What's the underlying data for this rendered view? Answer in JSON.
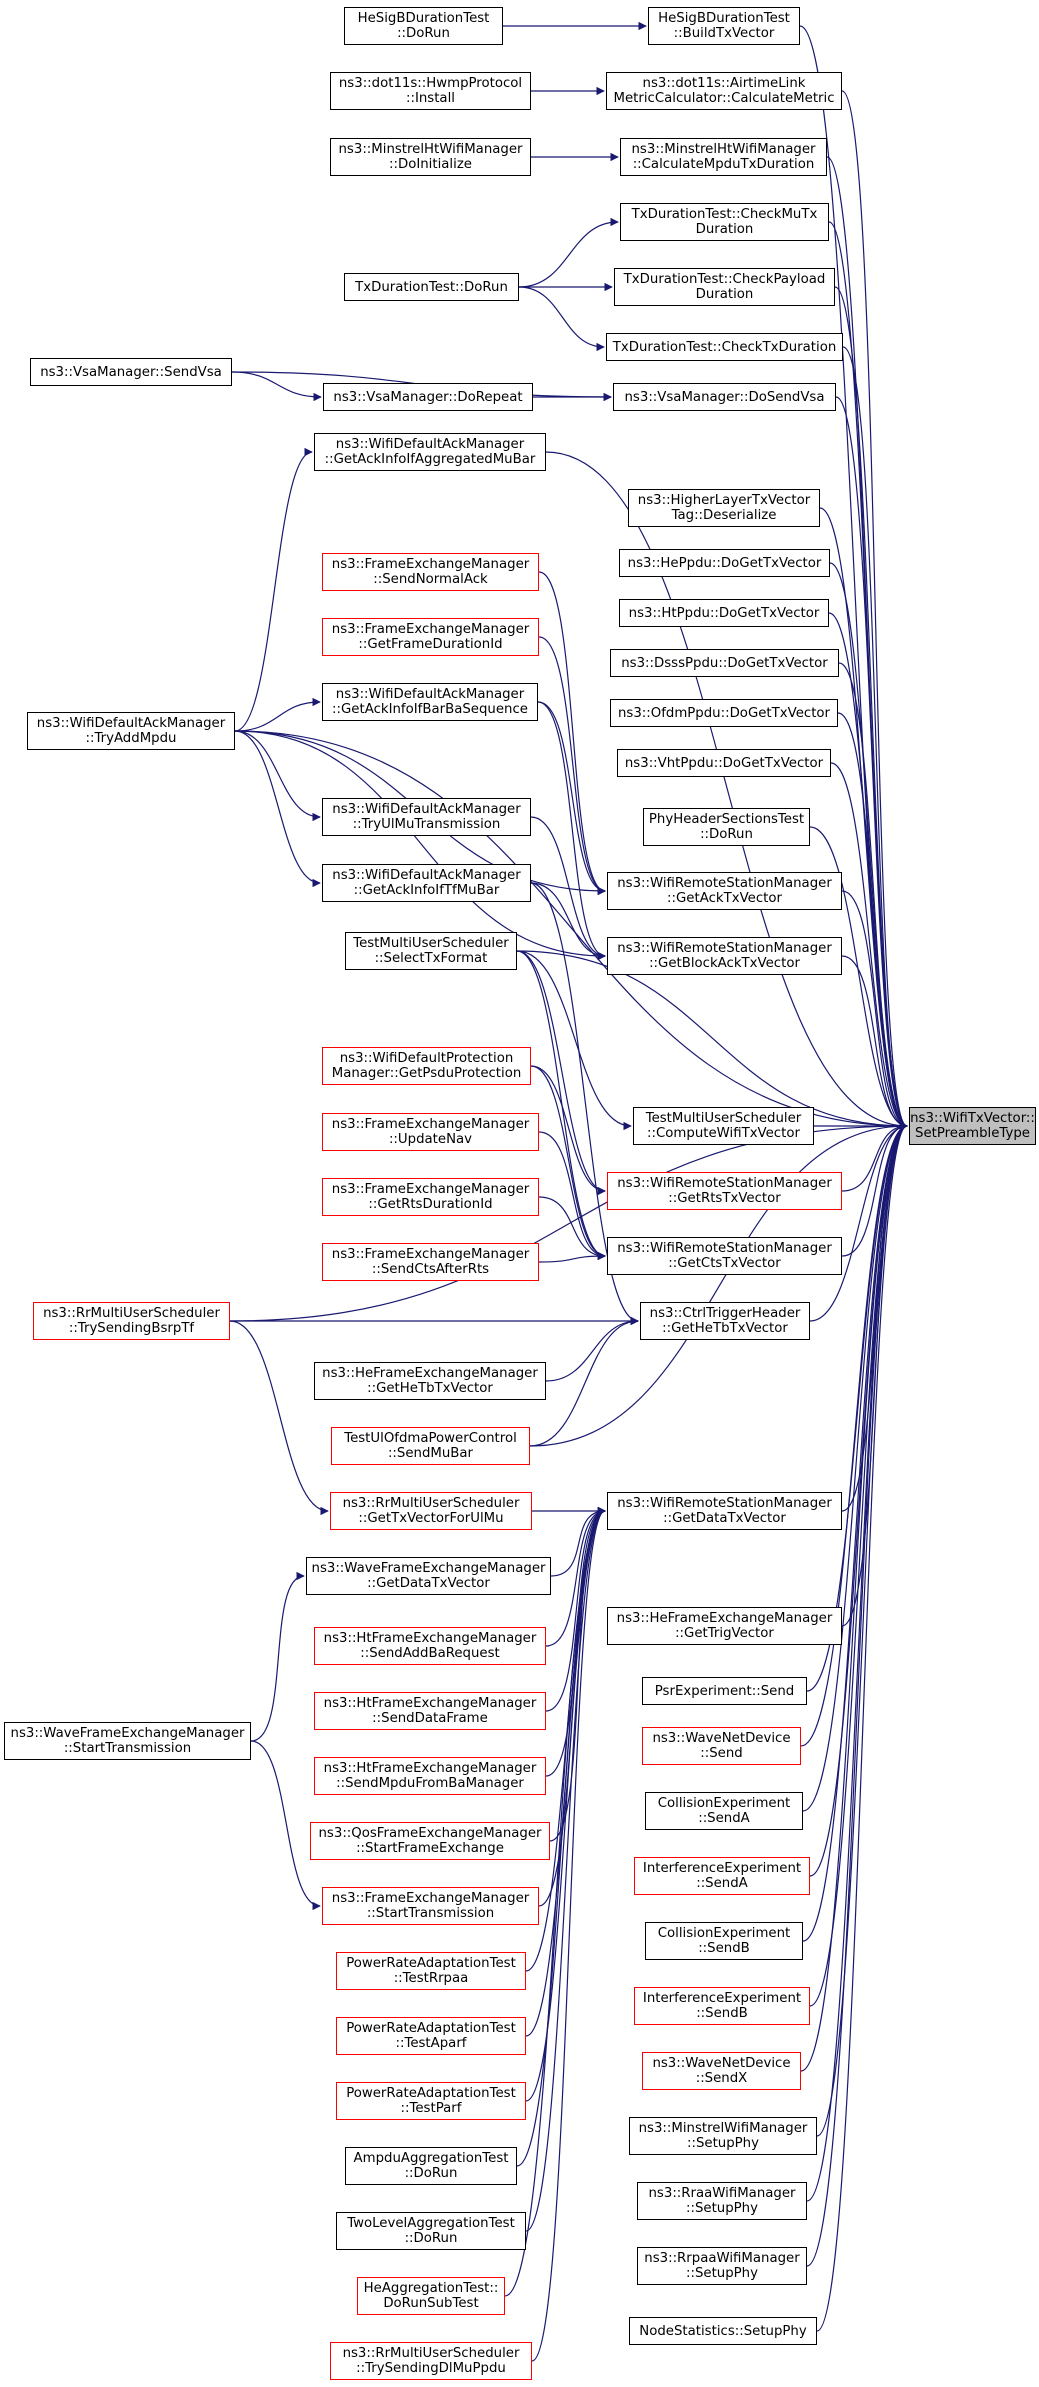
{
  "graph": {
    "root": {
      "id": "root",
      "text": "ns3::WifiTxVector::\nSetPreambleType"
    },
    "nodes": [
      {
        "id": "hsd_dorun",
        "text": "HeSigBDurationTest\n::DoRun",
        "style": "black"
      },
      {
        "id": "hsd_build",
        "text": "HeSigBDurationTest\n::BuildTxVector",
        "style": "black"
      },
      {
        "id": "hwmp_install",
        "text": "ns3::dot11s::HwmpProtocol\n::Install",
        "style": "black"
      },
      {
        "id": "airtime",
        "text": "ns3::dot11s::AirtimeLink\nMetricCalculator::CalculateMetric",
        "style": "black"
      },
      {
        "id": "mht_doinit",
        "text": "ns3::MinstrelHtWifiManager\n::DoInitialize",
        "style": "black"
      },
      {
        "id": "mht_calc",
        "text": "ns3::MinstrelHtWifiManager\n::CalculateMpduTxDuration",
        "style": "black"
      },
      {
        "id": "txd_mutx",
        "text": "TxDurationTest::CheckMuTx\nDuration",
        "style": "black"
      },
      {
        "id": "txd_dorun",
        "text": "TxDurationTest::DoRun",
        "style": "black"
      },
      {
        "id": "txd_payload",
        "text": "TxDurationTest::CheckPayload\nDuration",
        "style": "black"
      },
      {
        "id": "txd_check",
        "text": "TxDurationTest::CheckTxDuration",
        "style": "black"
      },
      {
        "id": "vsa_send",
        "text": "ns3::VsaManager::SendVsa",
        "style": "black"
      },
      {
        "id": "vsa_repeat",
        "text": "ns3::VsaManager::DoRepeat",
        "style": "black"
      },
      {
        "id": "vsa_dosend",
        "text": "ns3::VsaManager::DoSendVsa",
        "style": "black"
      },
      {
        "id": "ack_aggmu",
        "text": "ns3::WifiDefaultAckManager\n::GetAckInfoIfAggregatedMuBar",
        "style": "black"
      },
      {
        "id": "hl_deser",
        "text": "ns3::HigherLayerTxVector\nTag::Deserialize",
        "style": "black"
      },
      {
        "id": "heppdu",
        "text": "ns3::HePpdu::DoGetTxVector",
        "style": "black"
      },
      {
        "id": "htppdu",
        "text": "ns3::HtPpdu::DoGetTxVector",
        "style": "black"
      },
      {
        "id": "fem_sendnormalack",
        "text": "ns3::FrameExchangeManager\n::SendNormalAck",
        "style": "red"
      },
      {
        "id": "dsssppdu",
        "text": "ns3::DsssPpdu::DoGetTxVector",
        "style": "black"
      },
      {
        "id": "fem_framedur",
        "text": "ns3::FrameExchangeManager\n::GetFrameDurationId",
        "style": "red"
      },
      {
        "id": "ofdmppdu",
        "text": "ns3::OfdmPpdu::DoGetTxVector",
        "style": "black"
      },
      {
        "id": "ack_trymp",
        "text": "ns3::WifiDefaultAckManager\n::TryAddMpdu",
        "style": "black"
      },
      {
        "id": "ack_barba",
        "text": "ns3::WifiDefaultAckManager\n::GetAckInfoIfBarBaSequence",
        "style": "black"
      },
      {
        "id": "vhtppdu",
        "text": "ns3::VhtPpdu::DoGetTxVector",
        "style": "black"
      },
      {
        "id": "phyhdr",
        "text": "PhyHeaderSectionsTest\n::DoRun",
        "style": "black"
      },
      {
        "id": "ack_ulmu",
        "text": "ns3::WifiDefaultAckManager\n::TryUlMuTransmission",
        "style": "black"
      },
      {
        "id": "ack_tfmubar",
        "text": "ns3::WifiDefaultAckManager\n::GetAckInfoIfTfMuBar",
        "style": "black"
      },
      {
        "id": "rsm_ack",
        "text": "ns3::WifiRemoteStationManager\n::GetAckTxVector",
        "style": "black"
      },
      {
        "id": "tmus_select",
        "text": "TestMultiUserScheduler\n::SelectTxFormat",
        "style": "black"
      },
      {
        "id": "rsm_blockack",
        "text": "ns3::WifiRemoteStationManager\n::GetBlockAckTxVector",
        "style": "black"
      },
      {
        "id": "prot_psdu",
        "text": "ns3::WifiDefaultProtection\nManager::GetPsduProtection",
        "style": "red"
      },
      {
        "id": "tmus_compute",
        "text": "TestMultiUserScheduler\n::ComputeWifiTxVector",
        "style": "black"
      },
      {
        "id": "fem_updatenav",
        "text": "ns3::FrameExchangeManager\n::UpdateNav",
        "style": "red"
      },
      {
        "id": "rsm_rts",
        "text": "ns3::WifiRemoteStationManager\n::GetRtsTxVector",
        "style": "red"
      },
      {
        "id": "fem_rtsdur",
        "text": "ns3::FrameExchangeManager\n::GetRtsDurationId",
        "style": "red"
      },
      {
        "id": "rsm_cts",
        "text": "ns3::WifiRemoteStationManager\n::GetCtsTxVector",
        "style": "black"
      },
      {
        "id": "fem_ctsafter",
        "text": "ns3::FrameExchangeManager\n::SendCtsAfterRts",
        "style": "red"
      },
      {
        "id": "rr_bsrp",
        "text": "ns3::RrMultiUserScheduler\n::TrySendingBsrpTf",
        "style": "red"
      },
      {
        "id": "ctrl_hetb",
        "text": "ns3::CtrlTriggerHeader\n::GetHeTbTxVector",
        "style": "black"
      },
      {
        "id": "hefem_hetb",
        "text": "ns3::HeFrameExchangeManager\n::GetHeTbTxVector",
        "style": "black"
      },
      {
        "id": "tuopc_send",
        "text": "TestUlOfdmaPowerControl\n::SendMuBar",
        "style": "red"
      },
      {
        "id": "rr_ulmu",
        "text": "ns3::RrMultiUserScheduler\n::GetTxVectorForUlMu",
        "style": "red"
      },
      {
        "id": "rsm_data",
        "text": "ns3::WifiRemoteStationManager\n::GetDataTxVector",
        "style": "black"
      },
      {
        "id": "wfem_data",
        "text": "ns3::WaveFrameExchangeManager\n::GetDataTxVector",
        "style": "black"
      },
      {
        "id": "hefem_trig",
        "text": "ns3::HeFrameExchangeManager\n::GetTrigVector",
        "style": "black"
      },
      {
        "id": "htfem_addba",
        "text": "ns3::HtFrameExchangeManager\n::SendAddBaRequest",
        "style": "red"
      },
      {
        "id": "psr_send",
        "text": "PsrExperiment::Send",
        "style": "black"
      },
      {
        "id": "htfem_data",
        "text": "ns3::HtFrameExchangeManager\n::SendDataFrame",
        "style": "red"
      },
      {
        "id": "wfem_start",
        "text": "ns3::WaveFrameExchangeManager\n::StartTransmission",
        "style": "black"
      },
      {
        "id": "wnd_send",
        "text": "ns3::WaveNetDevice\n::Send",
        "style": "red"
      },
      {
        "id": "htfem_mpdu",
        "text": "ns3::HtFrameExchangeManager\n::SendMpduFromBaManager",
        "style": "red"
      },
      {
        "id": "coll_senda",
        "text": "CollisionExperiment\n::SendA",
        "style": "black"
      },
      {
        "id": "qos_start",
        "text": "ns3::QosFrameExchangeManager\n::StartFrameExchange",
        "style": "red"
      },
      {
        "id": "intf_senda",
        "text": "InterferenceExperiment\n::SendA",
        "style": "red"
      },
      {
        "id": "fem_start",
        "text": "ns3::FrameExchangeManager\n::StartTransmission",
        "style": "red"
      },
      {
        "id": "coll_sendb",
        "text": "CollisionExperiment\n::SendB",
        "style": "black"
      },
      {
        "id": "pra_rpaa",
        "text": "PowerRateAdaptationTest\n::TestRrpaa",
        "style": "red"
      },
      {
        "id": "intf_sendb",
        "text": "InterferenceExperiment\n::SendB",
        "style": "red"
      },
      {
        "id": "pra_aparf",
        "text": "PowerRateAdaptationTest\n::TestAparf",
        "style": "red"
      },
      {
        "id": "wnd_sendx",
        "text": "ns3::WaveNetDevice\n::SendX",
        "style": "red"
      },
      {
        "id": "pra_parf",
        "text": "PowerRateAdaptationTest\n::TestParf",
        "style": "red"
      },
      {
        "id": "minstrel_setup",
        "text": "ns3::MinstrelWifiManager\n::SetupPhy",
        "style": "black"
      },
      {
        "id": "ampdu_dorun",
        "text": "AmpduAggregationTest\n::DoRun",
        "style": "black"
      },
      {
        "id": "rraa_setup",
        "text": "ns3::RraaWifiManager\n::SetupPhy",
        "style": "black"
      },
      {
        "id": "twolevel_dorun",
        "text": "TwoLevelAggregationTest\n::DoRun",
        "style": "black"
      },
      {
        "id": "rrpaa_setup",
        "text": "ns3::RrpaaWifiManager\n::SetupPhy",
        "style": "black"
      },
      {
        "id": "heagg_dorun",
        "text": "HeAggregationTest::\nDoRunSubTest",
        "style": "red"
      },
      {
        "id": "nodestats_setup",
        "text": "NodeStatistics::SetupPhy",
        "style": "black"
      },
      {
        "id": "rr_dlmu",
        "text": "ns3::RrMultiUserScheduler\n::TrySendingDlMuPpdu",
        "style": "red"
      }
    ],
    "edges": [
      [
        "hsd_dorun",
        "hsd_build"
      ],
      [
        "hwmp_install",
        "airtime"
      ],
      [
        "mht_doinit",
        "mht_calc"
      ],
      [
        "txd_dorun",
        "txd_mutx"
      ],
      [
        "txd_dorun",
        "txd_payload"
      ],
      [
        "txd_dorun",
        "txd_check"
      ],
      [
        "vsa_send",
        "vsa_repeat"
      ],
      [
        "vsa_send",
        "vsa_dosend"
      ],
      [
        "vsa_repeat",
        "vsa_dosend"
      ],
      [
        "ack_trymp",
        "ack_aggmu"
      ],
      [
        "ack_trymp",
        "ack_barba"
      ],
      [
        "ack_trymp",
        "ack_ulmu"
      ],
      [
        "ack_trymp",
        "ack_tfmubar"
      ],
      [
        "ack_trymp",
        "rsm_ack"
      ],
      [
        "ack_trymp",
        "rsm_blockack"
      ],
      [
        "fem_sendnormalack",
        "rsm_ack"
      ],
      [
        "fem_framedur",
        "rsm_ack"
      ],
      [
        "ack_barba",
        "rsm_ack"
      ],
      [
        "ack_barba",
        "rsm_blockack"
      ],
      [
        "ack_tfmubar",
        "rsm_blockack"
      ],
      [
        "ack_ulmu",
        "rsm_blockack"
      ],
      [
        "tmus_select",
        "tmus_compute"
      ],
      [
        "tmus_select",
        "rsm_rts"
      ],
      [
        "tmus_select",
        "rsm_cts"
      ],
      [
        "prot_psdu",
        "rsm_rts"
      ],
      [
        "prot_psdu",
        "rsm_cts"
      ],
      [
        "fem_updatenav",
        "rsm_cts"
      ],
      [
        "fem_rtsdur",
        "rsm_cts"
      ],
      [
        "fem_ctsafter",
        "rsm_cts"
      ],
      [
        "rr_bsrp",
        "ctrl_hetb"
      ],
      [
        "rr_bsrp",
        "rr_ulmu"
      ],
      [
        "ack_tfmubar",
        "ctrl_hetb"
      ],
      [
        "hefem_hetb",
        "ctrl_hetb"
      ],
      [
        "tuopc_send",
        "ctrl_hetb"
      ],
      [
        "rr_ulmu",
        "rsm_data"
      ],
      [
        "wfem_data",
        "rsm_data"
      ],
      [
        "wfem_start",
        "wfem_data"
      ],
      [
        "wfem_start",
        "fem_start"
      ],
      [
        "htfem_addba",
        "rsm_data"
      ],
      [
        "htfem_data",
        "rsm_data"
      ],
      [
        "htfem_mpdu",
        "rsm_data"
      ],
      [
        "qos_start",
        "rsm_data"
      ],
      [
        "fem_start",
        "rsm_data"
      ],
      [
        "pra_rpaa",
        "rsm_data"
      ],
      [
        "pra_aparf",
        "rsm_data"
      ],
      [
        "pra_parf",
        "rsm_data"
      ],
      [
        "ampdu_dorun",
        "rsm_data"
      ],
      [
        "twolevel_dorun",
        "rsm_data"
      ],
      [
        "heagg_dorun",
        "rsm_data"
      ],
      [
        "rr_dlmu",
        "rsm_data"
      ],
      [
        "hsd_build",
        "root"
      ],
      [
        "airtime",
        "root"
      ],
      [
        "mht_calc",
        "root"
      ],
      [
        "txd_mutx",
        "root"
      ],
      [
        "txd_payload",
        "root"
      ],
      [
        "txd_check",
        "root"
      ],
      [
        "vsa_dosend",
        "root"
      ],
      [
        "ack_aggmu",
        "root"
      ],
      [
        "hl_deser",
        "root"
      ],
      [
        "heppdu",
        "root"
      ],
      [
        "htppdu",
        "root"
      ],
      [
        "dsssppdu",
        "root"
      ],
      [
        "ofdmppdu",
        "root"
      ],
      [
        "vhtppdu",
        "root"
      ],
      [
        "phyhdr",
        "root"
      ],
      [
        "rsm_ack",
        "root"
      ],
      [
        "rsm_blockack",
        "root"
      ],
      [
        "tmus_select",
        "root"
      ],
      [
        "tmus_compute",
        "root"
      ],
      [
        "rsm_rts",
        "root"
      ],
      [
        "rsm_cts",
        "root"
      ],
      [
        "ctrl_hetb",
        "root"
      ],
      [
        "ack_trymp",
        "root"
      ],
      [
        "rr_bsrp",
        "root"
      ],
      [
        "tuopc_send",
        "root"
      ],
      [
        "rsm_data",
        "root"
      ],
      [
        "hefem_trig",
        "root"
      ],
      [
        "psr_send",
        "root"
      ],
      [
        "wnd_send",
        "root"
      ],
      [
        "coll_senda",
        "root"
      ],
      [
        "intf_senda",
        "root"
      ],
      [
        "coll_sendb",
        "root"
      ],
      [
        "intf_sendb",
        "root"
      ],
      [
        "wnd_sendx",
        "root"
      ],
      [
        "minstrel_setup",
        "root"
      ],
      [
        "rraa_setup",
        "root"
      ],
      [
        "rrpaa_setup",
        "root"
      ],
      [
        "nodestats_setup",
        "root"
      ]
    ]
  }
}
